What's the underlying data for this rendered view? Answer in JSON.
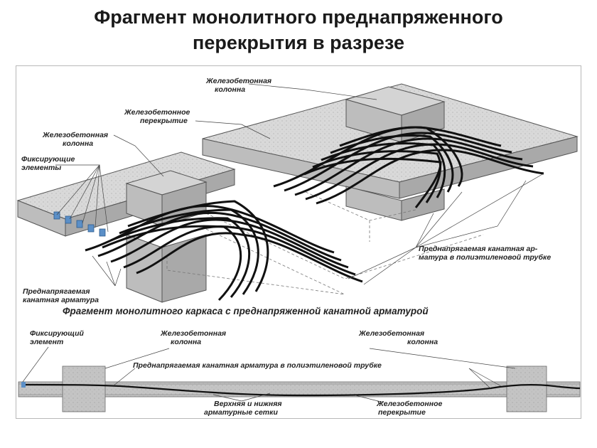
{
  "title": {
    "line1": "Фрагмент монолитного преднапряженного",
    "line2": "перекрытия в разрезе"
  },
  "top_diagram": {
    "caption": "Фрагмент монолитного каркаса с преднапряженной канатной арматурой",
    "labels": {
      "column_top_l1": "Железобетонная",
      "column_top_l2": "колонна",
      "slab_l1": "Железобетонное",
      "slab_l2": "перекрытие",
      "column_left_l1": "Железобетонная",
      "column_left_l2": "колонна",
      "fixing_l1": "Фиксирующие",
      "fixing_l2": "элементы",
      "tendon_right_l1": "Преднапрягаемая канатная ар-",
      "tendon_right_l2": "матура в полиэтиленовой трубке",
      "tendon_left_l1": "Преднапрягаемая",
      "tendon_left_l2": "канатная арматура"
    }
  },
  "section_diagram": {
    "labels": {
      "fixing_l1": "Фиксирующий",
      "fixing_l2": "элемент",
      "column_left_l1": "Железобетонная",
      "column_left_l2": "колонна",
      "column_right_l1": "Железобетонная",
      "column_right_l2": "колонна",
      "tendon": "Преднапрягаемая канатная арматура в полиэтиленовой трубке",
      "mesh_l1": "Верхняя и нижняя",
      "mesh_l2": "арматурные сетки",
      "slab_l1": "Железобетонное",
      "slab_l2": "перекрытие"
    }
  },
  "colors": {
    "concrete_top": "#d9d9d9",
    "concrete_side": "#a9a9a9",
    "concrete_front": "#bdbdbd",
    "tendon": "#111111",
    "section_slab": "#c4c4c4"
  }
}
